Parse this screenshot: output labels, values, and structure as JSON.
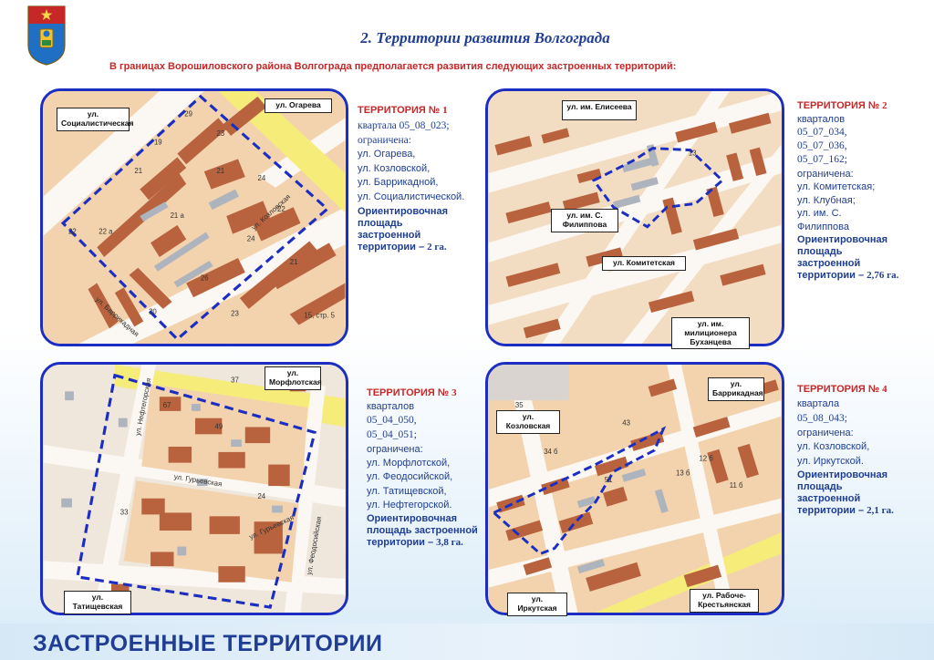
{
  "header": {
    "title": "2. Территории развития Волгограда",
    "subtitle": "В границах Ворошиловского района Волгограда предполагается развития следующих застроенных территорий:"
  },
  "colors": {
    "frame_blue": "#1c2ec2",
    "title_blue": "#1f3e93",
    "accent_red": "#c62828",
    "block_brown": "#b8633e",
    "block_tan": "#f0cfa6",
    "road_yellow": "#f6ec7a"
  },
  "icons": [
    "city-emblem-icon"
  ],
  "territories": [
    {
      "heading": "ТЕРРИТОРИЯ №",
      "number": "1",
      "lines": [
        "квартала 05_08_023;",
        "ограничена:",
        "ул. Огарева,",
        "ул. Козловской,",
        "ул. Баррикадной,",
        "ул. Социалистической."
      ],
      "area_lines": [
        "Ориентировочная",
        "площадь",
        "застроенной"
      ],
      "area_last": "территории –",
      "area_value": "2 га.",
      "callouts": [
        "ул. Социалистическая",
        "ул. Огарева"
      ],
      "map_labels": [
        "29",
        "19",
        "23",
        "21",
        "21",
        "21 а",
        "24",
        "22",
        "22 а",
        "26",
        "22",
        "23",
        "20",
        "24",
        "21",
        "15, стр. 5",
        "ул. Козловская",
        "ул. Баррикадная"
      ]
    },
    {
      "heading": "ТЕРРИТОРИЯ №",
      "number": "2",
      "lines": [
        "кварталов",
        "05_07_034,",
        "05_07_036,",
        "05_07_162;",
        "ограничена:",
        "ул. Комитетская;",
        "ул. Клубная;",
        "ул. им. С.",
        "Филиппова"
      ],
      "area_lines": [
        "Ориентировочная",
        "площадь",
        "застроенной"
      ],
      "area_last": "территории –",
      "area_value": "2,76 га.",
      "callouts": [
        "ул. им. Елисеева",
        "ул. им. С. Филиппова",
        "ул. Комитетская",
        "ул. им. милиционера Буханцева"
      ],
      "map_labels": [
        "13"
      ]
    },
    {
      "heading": "ТЕРРИТОРИЯ №",
      "number": "3",
      "lines": [
        "кварталов",
        "05_04_050,",
        "05_04_051;",
        "ограничена:",
        "ул. Морфлотской,",
        "ул. Феодосийской,",
        "ул. Татищевской,",
        "ул. Нефтегорской."
      ],
      "area_lines": [
        "Ориентировочная",
        "площадь застроенной"
      ],
      "area_last": "территории –",
      "area_value": "3,8 га.",
      "callouts": [
        "ул. Морфлотская",
        "ул. Татищевская"
      ],
      "map_labels": [
        "ул. Нефтегорская",
        "ул. Гурьевская",
        "ул. Гурьевская",
        "ул. Феодосийская",
        "37",
        "49",
        "67",
        "24",
        "33"
      ]
    },
    {
      "heading": "ТЕРРИТОРИЯ №",
      "number": "4",
      "lines": [
        "квартала",
        "05_08_043;",
        "ограничена:",
        "ул. Козловской,",
        "ул. Иркутской."
      ],
      "area_lines": [
        "Ориентировочная",
        "площадь",
        "застроенной"
      ],
      "area_last": "территории –",
      "area_value": "2,1 га.",
      "callouts": [
        "ул. Козловская",
        "ул. Баррикадная",
        "ул. Иркутская",
        "ул. Рабоче-Крестьянская"
      ],
      "map_labels": [
        "35",
        "34 б",
        "43",
        "51",
        "12 б",
        "11 б",
        "13 б"
      ]
    }
  ],
  "footer": {
    "title": "ЗАСТРОЕННЫЕ ТЕРРИТОРИИ"
  }
}
